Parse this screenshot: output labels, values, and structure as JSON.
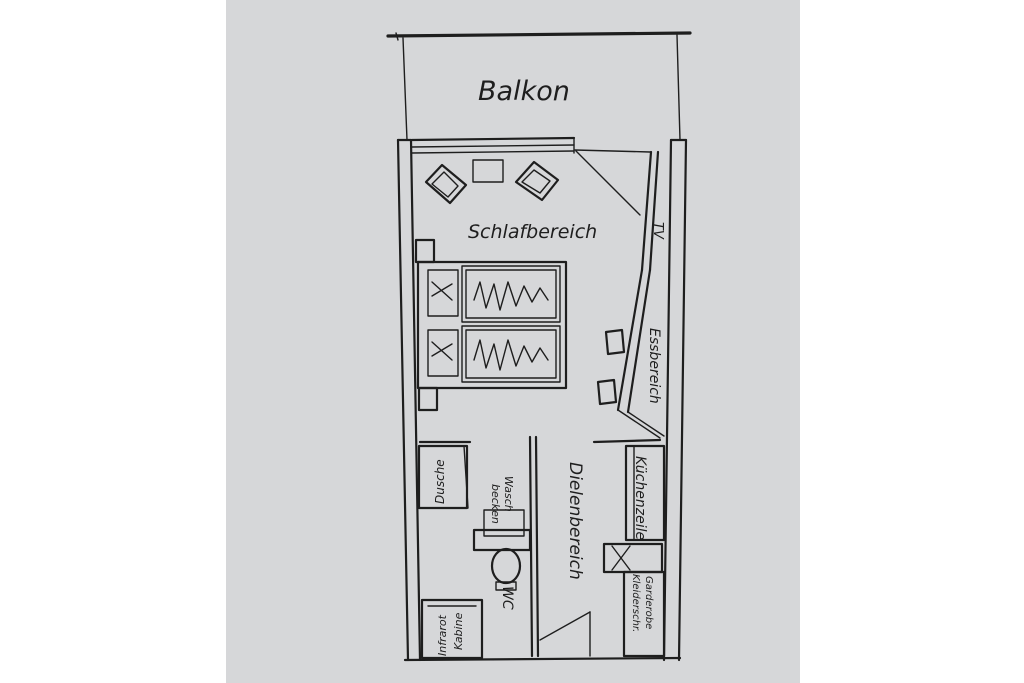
{
  "plan": {
    "rooms": {
      "balcony": "Balkon",
      "sleeping_area": "Schlafbereich",
      "tv": "TV",
      "dining_area": "Essbereich",
      "hall_area": "Dielenbereich",
      "kitchenette": "Küchenzeile",
      "shower": "Dusche",
      "washbasin_line1": "Wasch",
      "washbasin_line2": "becken",
      "wc": "WC",
      "infrared_line1": "Infrarot",
      "infrared_line2": "Kabine",
      "wardrobe_line1": "Garderobe",
      "wardrobe_line2": "Kleiderschr."
    },
    "colors": {
      "paper": "#d6d7d9",
      "ink": "#1e1e1e",
      "background": "#ffffff"
    }
  }
}
